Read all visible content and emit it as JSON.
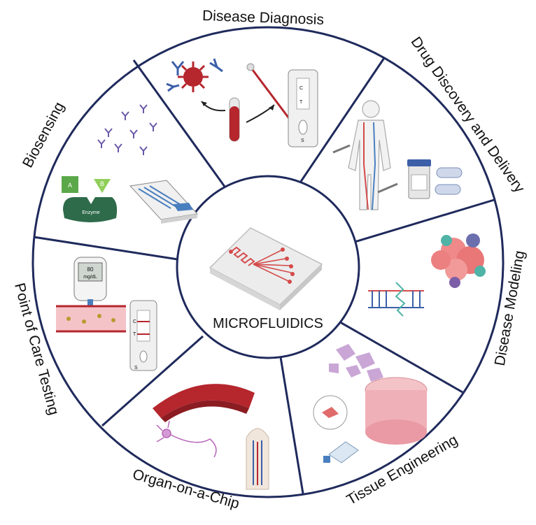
{
  "center": {
    "title": "MICROFLUIDICS"
  },
  "sections": [
    {
      "id": "disease-diagnosis",
      "label": "Disease Diagnosis"
    },
    {
      "id": "drug-discovery",
      "label": "Drug Discovery and Delivery"
    },
    {
      "id": "disease-modeling",
      "label": "Disease Modeling"
    },
    {
      "id": "tissue-engineering",
      "label": "Tissue Engineering"
    },
    {
      "id": "organ-on-a-chip",
      "label": "Organ-on-a-Chip"
    },
    {
      "id": "point-of-care",
      "label": "Point of Care Testing"
    },
    {
      "id": "biosensing",
      "label": "Biosensing"
    }
  ],
  "icons": {
    "glucose_meter_reading": "80",
    "glucose_meter_unit": "mg/dL",
    "enzyme_label": "Enzyme",
    "substrate_a": "A",
    "substrate_b": "B",
    "test_strip_c": "C",
    "test_strip_t": "T",
    "test_strip_s": "S"
  },
  "colors": {
    "ring_stroke": "#1f2a5c",
    "blood_red": "#b5262d",
    "enzyme_green": "#2e6b4a",
    "strip_blue": "#4a7fbf"
  }
}
